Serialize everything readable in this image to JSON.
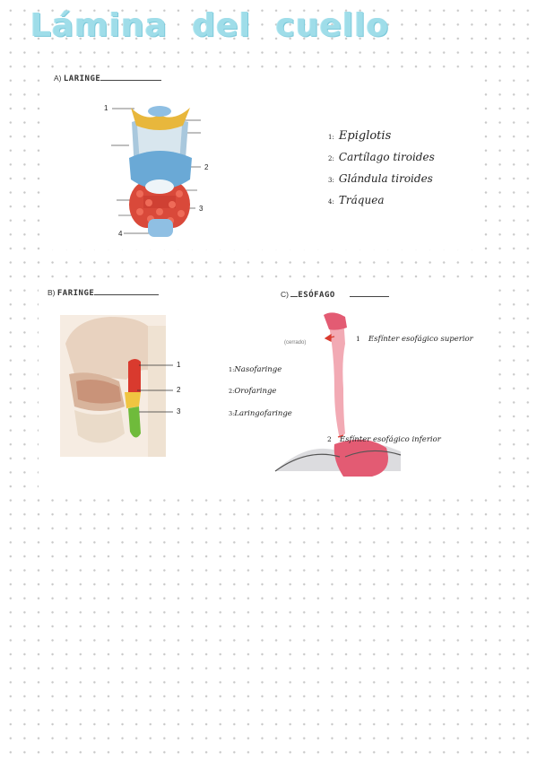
{
  "title": "Lámina del cuello",
  "laringe": {
    "label_prefix": "A)",
    "label": "LARINGE",
    "callout_numbers": [
      "1",
      "2",
      "3",
      "4"
    ],
    "answers": [
      {
        "num": "1:",
        "text": "Epiglotis"
      },
      {
        "num": "2:",
        "text": "Cartílago tiroides"
      },
      {
        "num": "3:",
        "text": "Glándula tiroides"
      },
      {
        "num": "4:",
        "text": "Tráquea"
      }
    ]
  },
  "faringe": {
    "label_prefix": "B)",
    "label": "FARINGE",
    "callout_numbers": [
      "1",
      "2",
      "3"
    ],
    "answers": [
      {
        "num": "1:",
        "text": "Nasofaringe"
      },
      {
        "num": "2:",
        "text": "Orofaringe"
      },
      {
        "num": "3:",
        "text": "Laringofaringe"
      }
    ]
  },
  "esofago": {
    "label_prefix": "C)",
    "label": "ESÓFAGO",
    "figure_caption": "(cerrado)",
    "callouts": [
      {
        "num": "1",
        "text": "Esfínter esofágico superior"
      },
      {
        "num": "2",
        "text": "Esfínter esofágico inferior"
      }
    ]
  },
  "colors": {
    "title": "#9fdde9",
    "cartilage_blue": "#6aa9d6",
    "epiglottis_yellow": "#e8b73c",
    "thyroid_red": "#d9493a",
    "nasopharynx_red": "#d93a2e",
    "oropharynx_yellow": "#f0c541",
    "laryngopharynx_green": "#6fbb3b",
    "esophagus_pink": "#e35b73"
  }
}
